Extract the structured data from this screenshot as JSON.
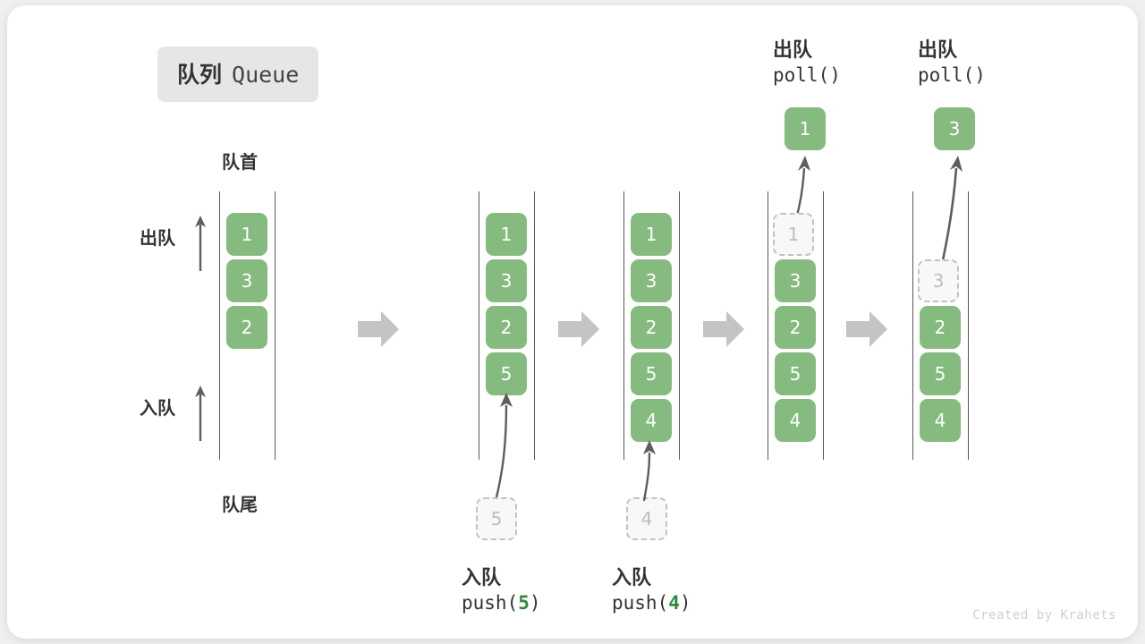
{
  "card": {
    "title_cn": "队列",
    "title_en": "Queue",
    "credit": "Created by Krahets"
  },
  "labels": {
    "head": "队首",
    "tail": "队尾",
    "dequeue": "出队",
    "enqueue": "入队"
  },
  "colors": {
    "element_fill": "#85bb7f",
    "element_text": "#ffffff",
    "ghost_fill": "#f8f8f8",
    "ghost_border": "#c2c2c2",
    "ghost_text": "#bdbdbd",
    "rail": "#5a5a5a",
    "step_arrow": "#c4c4c4",
    "motion_arrow": "#5e5e5e",
    "accent_green": "#2f8b3c",
    "text": "#333333",
    "chip_bg": "#e6e6e6",
    "credit": "#cfcfcf"
  },
  "columns": [
    {
      "id": "initial",
      "caption_cn": "",
      "caption_code": "",
      "cells": [
        "1",
        "3",
        "2"
      ],
      "ghost_index": -1,
      "incoming": null,
      "outgoing": null
    },
    {
      "id": "after-push-5",
      "caption_cn": "入队",
      "caption_code": "push(5)",
      "caption_arg": "5",
      "cells": [
        "1",
        "3",
        "2",
        "5"
      ],
      "ghost_index": -1,
      "incoming": "5",
      "outgoing": null
    },
    {
      "id": "after-push-4",
      "caption_cn": "入队",
      "caption_code": "push(4)",
      "caption_arg": "4",
      "cells": [
        "1",
        "3",
        "2",
        "5",
        "4"
      ],
      "ghost_index": -1,
      "incoming": "4",
      "outgoing": null
    },
    {
      "id": "after-poll-1",
      "caption_cn": "出队",
      "caption_code": "poll()",
      "cells": [
        "1",
        "3",
        "2",
        "5",
        "4"
      ],
      "ghost_index": 0,
      "incoming": null,
      "outgoing": "1"
    },
    {
      "id": "after-poll-3",
      "caption_cn": "出队",
      "caption_code": "poll()",
      "cells": [
        "3",
        "2",
        "5",
        "4"
      ],
      "ghost_index": 0,
      "incoming": null,
      "outgoing": "3"
    }
  ],
  "chart_data": {
    "type": "diagram",
    "title": "队列 Queue",
    "description": "Queue FIFO operation sequence shown as five vertical queue states",
    "states": [
      {
        "step": 0,
        "operation": "initial",
        "contents": [
          "1",
          "3",
          "2"
        ]
      },
      {
        "step": 1,
        "operation": "push(5)",
        "contents": [
          "1",
          "3",
          "2",
          "5"
        ]
      },
      {
        "step": 2,
        "operation": "push(4)",
        "contents": [
          "1",
          "3",
          "2",
          "5",
          "4"
        ]
      },
      {
        "step": 3,
        "operation": "poll()",
        "returns": "1",
        "contents": [
          "3",
          "2",
          "5",
          "4"
        ]
      },
      {
        "step": 4,
        "operation": "poll()",
        "returns": "3",
        "contents": [
          "2",
          "5",
          "4"
        ]
      }
    ]
  }
}
